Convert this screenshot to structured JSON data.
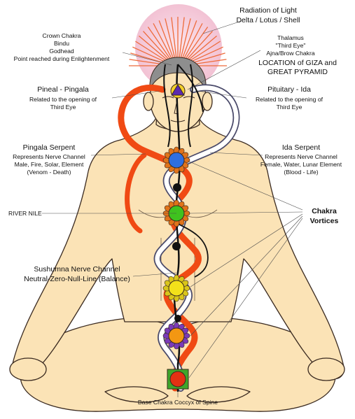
{
  "labels": {
    "radiation_1": "Radiation of Light",
    "radiation_2": "Delta / Lotus / Shell",
    "crown_1": "Crown Chakra",
    "crown_2": "Bindu",
    "crown_3": "Godhead",
    "crown_4": "Point reached during Enlightenment",
    "thal_1": "Thalamus",
    "thal_2": "\"Third Eye\"",
    "thal_3": "Ajna/Brow Chakra",
    "giza_1": "LOCATION of GIZA and",
    "giza_2": "GREAT PYRAMID",
    "pineal_title": "Pineal - Pingala",
    "pineal_1": "Related to the opening of",
    "pineal_2": "Third Eye",
    "pituitary_title": "Pituitary - Ida",
    "pituitary_1": "Related to the opening of",
    "pituitary_2": "Third Eye",
    "pingala_title": "Pingala Serpent",
    "pingala_1": "Represents Nerve Channel",
    "pingala_2": "Male, Fire, Solar, Element",
    "pingala_3": "(Venom - Death)",
    "ida_title": "Ida Serpent",
    "ida_1": "Represents Nerve Channel",
    "ida_2": "Female, Water, Lunar Element",
    "ida_3": "(Blood - Life)",
    "river_nile": "RIVER NILE",
    "vortices_1": "Chakra",
    "vortices_2": "Vortices",
    "sushumna_1": "Sushumna Nerve Channel",
    "sushumna_2": "Neutral-Zero-Null-Line (Balance)",
    "base": "Base Chakra Coccyx of Spine"
  },
  "colors": {
    "skin": "#fbe3b6",
    "outline": "#3a2a20",
    "hair": "#8e8e8e",
    "halo": "#f6c9da",
    "pingala": "#f04a14",
    "ida": "#ffffff",
    "crown_chakra": "#ffffff",
    "brow_chakra": "#5b2bb0",
    "throat_chakra": "#2f6fe0",
    "heart_chakra": "#3fc21f",
    "solar_chakra": "#f3e11a",
    "sacral_chakra": "#f39712",
    "root_chakra": "#e33113",
    "petals": "#e0731a"
  },
  "chakras": [
    {
      "name": "crown",
      "icon": "lotus-icon"
    },
    {
      "name": "brow",
      "icon": "triangle-eye-icon"
    },
    {
      "name": "throat",
      "icon": "chakra-icon"
    },
    {
      "name": "heart",
      "icon": "chakra-icon"
    },
    {
      "name": "solar-plexus",
      "icon": "chakra-icon"
    },
    {
      "name": "sacral",
      "icon": "chakra-icon"
    },
    {
      "name": "root",
      "icon": "square-icon"
    }
  ]
}
